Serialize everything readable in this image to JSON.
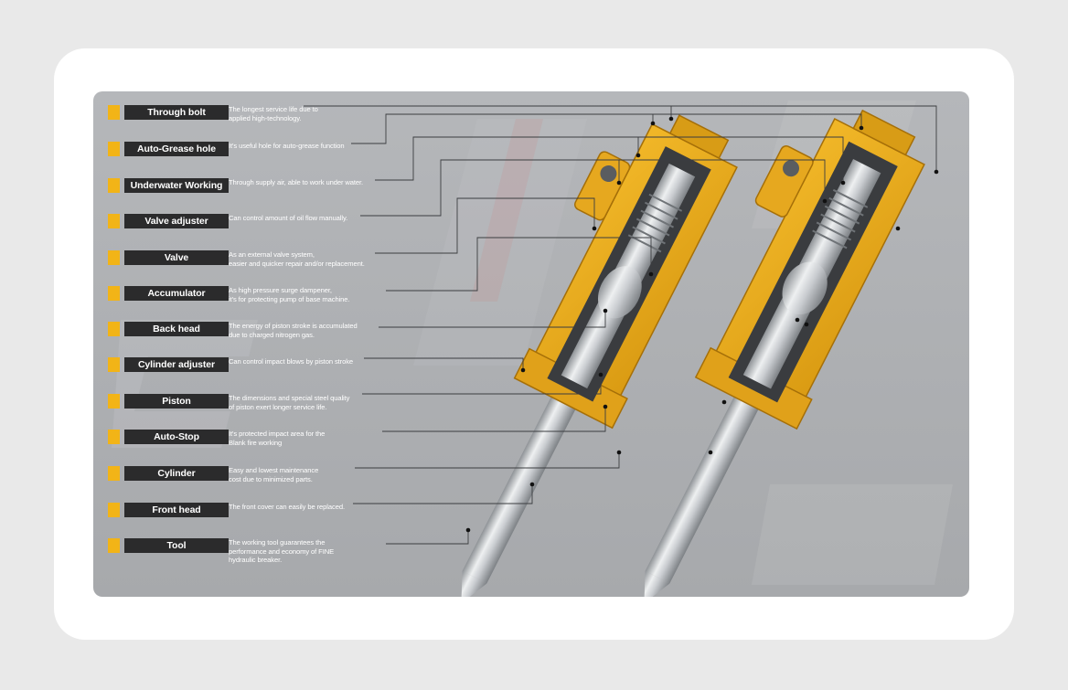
{
  "colors": {
    "page_bg": "#e9e9e9",
    "card_bg": "#ffffff",
    "panel_bg": "#adafb2",
    "marker": "#f2b417",
    "label_bg": "#2b2b2c",
    "body_yellow": "#e8a91c",
    "steel": "#cfd2d5"
  },
  "components": [
    {
      "label": "Through bolt",
      "desc": [
        "The longest service life due to",
        "applied high-technology."
      ]
    },
    {
      "label": "Auto-Grease hole",
      "desc": [
        "It's useful hole for auto-grease function"
      ]
    },
    {
      "label": "Underwater Working",
      "desc": [
        "Through supply air, able to work under water."
      ]
    },
    {
      "label": "Valve adjuster",
      "desc": [
        "Can control amount of oil flow manually."
      ]
    },
    {
      "label": "Valve",
      "desc": [
        "As an external valve system,",
        "easier and quicker repair and/or replacement."
      ]
    },
    {
      "label": "Accumulator",
      "desc": [
        "As high pressure surge dampener,",
        "it's for protecting pump of base machine."
      ]
    },
    {
      "label": "Back head",
      "desc": [
        "The energy of piston stroke is accumulated",
        "due to charged nitrogen gas."
      ]
    },
    {
      "label": "Cylinder adjuster",
      "desc": [
        "Can control impact blows by piston stroke"
      ]
    },
    {
      "label": "Piston",
      "desc": [
        "The dimensions and special steel quality",
        "of piston exert longer service life."
      ]
    },
    {
      "label": "Auto-Stop",
      "desc": [
        "It's protected impact area for the",
        "Blank fire working"
      ]
    },
    {
      "label": "Cylinder",
      "desc": [
        "Easy and lowest maintenance",
        "cost due to minimized parts."
      ]
    },
    {
      "label": "Front head",
      "desc": [
        "The front cover can easily be replaced."
      ]
    },
    {
      "label": "Tool",
      "desc": [
        "The working tool guarantees the",
        "performance and economy of FINE",
        "hydraulic breaker."
      ]
    }
  ]
}
